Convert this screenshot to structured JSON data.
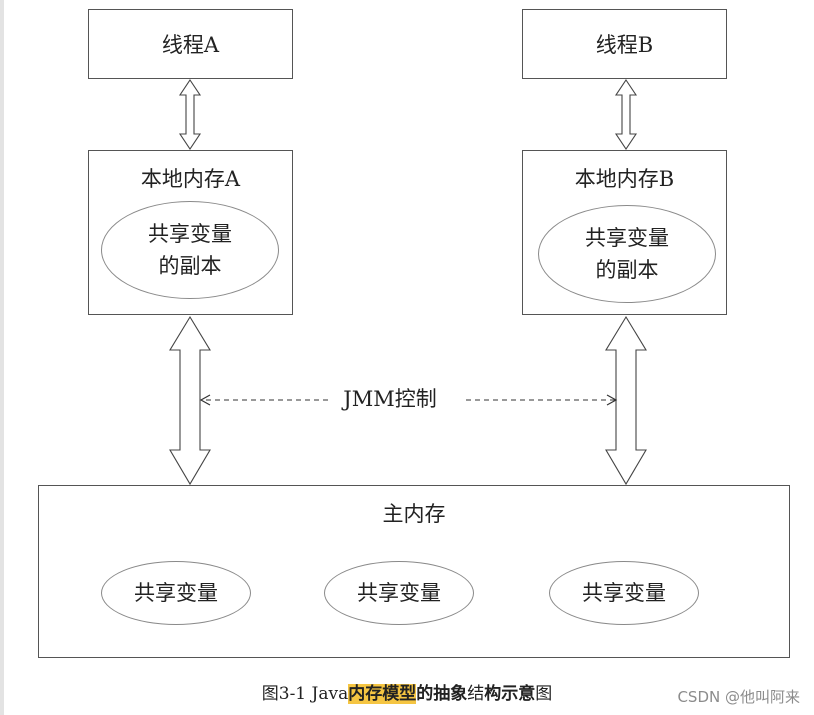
{
  "diagram": {
    "thread_a": "线程A",
    "thread_b": "线程B",
    "local_memory_a": "本地内存A",
    "local_memory_b": "本地内存B",
    "copy_line1": "共享变量",
    "copy_line2": "的副本",
    "jmm_control": "JMM控制",
    "main_memory": "主内存",
    "shared_variable": "共享变量"
  },
  "caption": {
    "prefix": "图3-1   Java",
    "highlight": "内存模型",
    "bold_mid": "的抽象",
    "plain_mid": "结",
    "bold_end": "构示意",
    "suffix": "图"
  },
  "watermark": "CSDN @他叫阿来"
}
